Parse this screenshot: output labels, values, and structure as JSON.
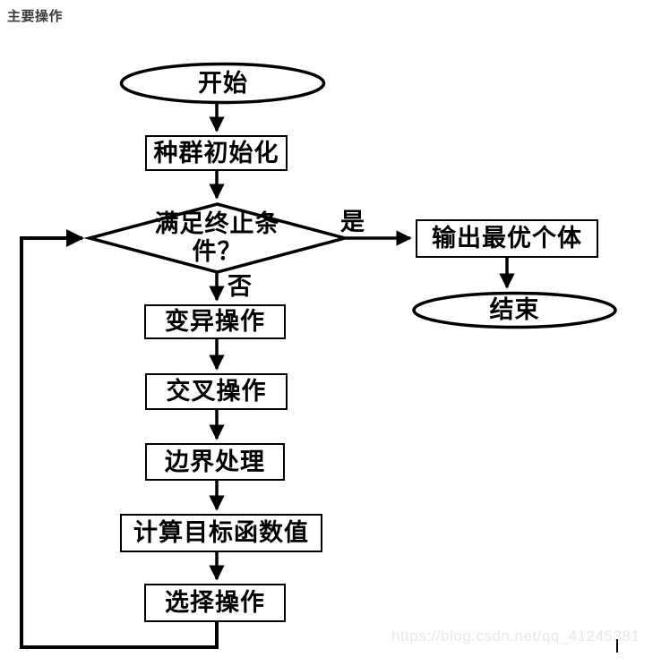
{
  "page_title": "主要操作",
  "flowchart": {
    "nodes": {
      "start": {
        "label": "开始",
        "type": "terminator"
      },
      "init": {
        "label": "种群初始化",
        "type": "process"
      },
      "condition": {
        "label": "满足终止条件？",
        "type": "decision"
      },
      "output": {
        "label": "输出最优个体",
        "type": "process"
      },
      "end": {
        "label": "结束",
        "type": "terminator"
      },
      "mutation": {
        "label": "变异操作",
        "type": "process"
      },
      "crossover": {
        "label": "交叉操作",
        "type": "process"
      },
      "boundary": {
        "label": "边界处理",
        "type": "process"
      },
      "objective": {
        "label": "计算目标函数值",
        "type": "process"
      },
      "selection": {
        "label": "选择操作",
        "type": "process"
      }
    },
    "branch_labels": {
      "yes": "是",
      "no": "否"
    }
  },
  "watermark": "https://blog.csdn.net/qq_41245381",
  "colors": {
    "line": "#000000",
    "title": "#3a3a3a",
    "watermark": "#e8e8e8",
    "background": "#ffffff"
  }
}
